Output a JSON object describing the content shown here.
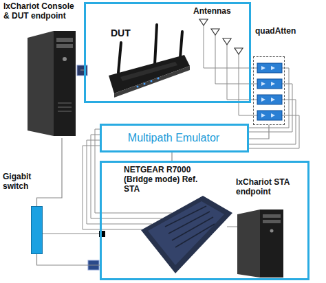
{
  "diagram": {
    "nodes": [
      {
        "text": [
          "IxChariot Console & DUT endpoint"
        ]
      },
      {
        "text": [
          "DUT",
          "Antennas"
        ]
      },
      {
        "text": [
          "quadAtten"
        ]
      },
      {
        "text": [
          "Multipath Emulator"
        ]
      },
      {
        "text": [
          "Gigabit switch"
        ]
      },
      {
        "text": [
          "NETGEAR R7000 (Bridge mode) Ref. STA",
          "IxChariot STA endpoint"
        ]
      }
    ],
    "edges": [
      {
        "from": 0,
        "to": 1,
        "arrow": "none"
      },
      {
        "from": 0,
        "to": 4,
        "arrow": "none"
      },
      {
        "from": 4,
        "to": 5,
        "arrow": "none"
      },
      {
        "from": 2,
        "to": 3,
        "arrow": "none"
      },
      {
        "from": 3,
        "to": 5,
        "arrow": "none"
      }
    ]
  }
}
